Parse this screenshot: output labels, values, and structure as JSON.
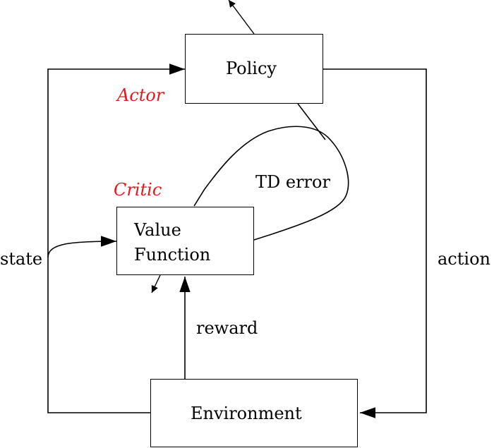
{
  "policy_box": {
    "label": "Policy"
  },
  "actor_label": "Actor",
  "critic_label": "Critic",
  "value_box": {
    "line1": "Value",
    "line2": "Function"
  },
  "environment_box": {
    "label": "Environment"
  },
  "edges": {
    "td_error": "TD error",
    "state": "state",
    "action": "action",
    "reward": "reward"
  },
  "colors": {
    "accent": "#e8161c",
    "stroke": "#000000"
  }
}
